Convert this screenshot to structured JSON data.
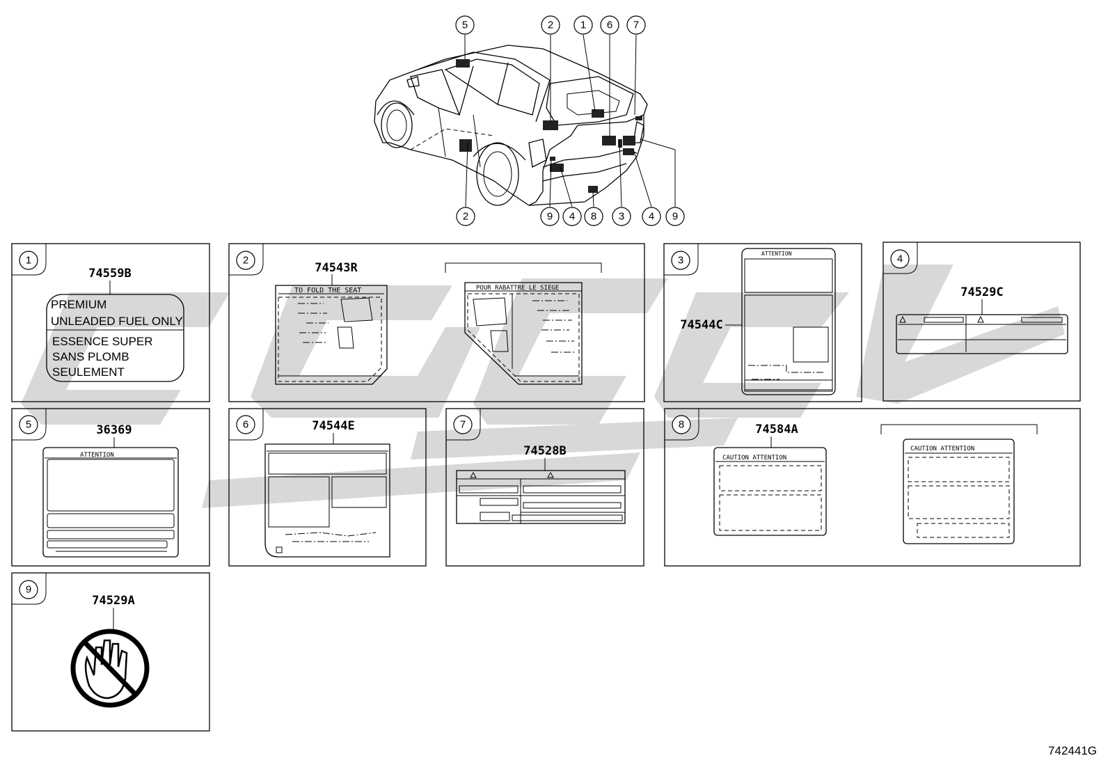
{
  "figure_id": "742441G",
  "callouts": [
    "1",
    "2",
    "3",
    "4",
    "5",
    "6",
    "7",
    "8",
    "9"
  ],
  "panels": [
    {
      "num": "1",
      "part": "74559B",
      "label_text": [
        "PREMIUM",
        "UNLEADED FUEL ONLY",
        "ESSENCE SUPER",
        "SANS PLOMB",
        "SEULEMENT"
      ]
    },
    {
      "num": "2",
      "part": "74543R",
      "label_title": "TO FOLD THE SEAT",
      "alt_label_title": "POUR RABATTRE LE SIEGE"
    },
    {
      "num": "3",
      "part": "74544C",
      "label_title": "ATTENTION"
    },
    {
      "num": "4",
      "part": "74529C"
    },
    {
      "num": "5",
      "part": "36369",
      "label_title": "ATTENTION"
    },
    {
      "num": "6",
      "part": "74544E"
    },
    {
      "num": "7",
      "part": "74528B"
    },
    {
      "num": "8",
      "part": "74584A",
      "label_title": "CAUTION ATTENTION",
      "alt_label_title": "CAUTION ATTENTION"
    },
    {
      "num": "9",
      "part": "74529A"
    }
  ]
}
